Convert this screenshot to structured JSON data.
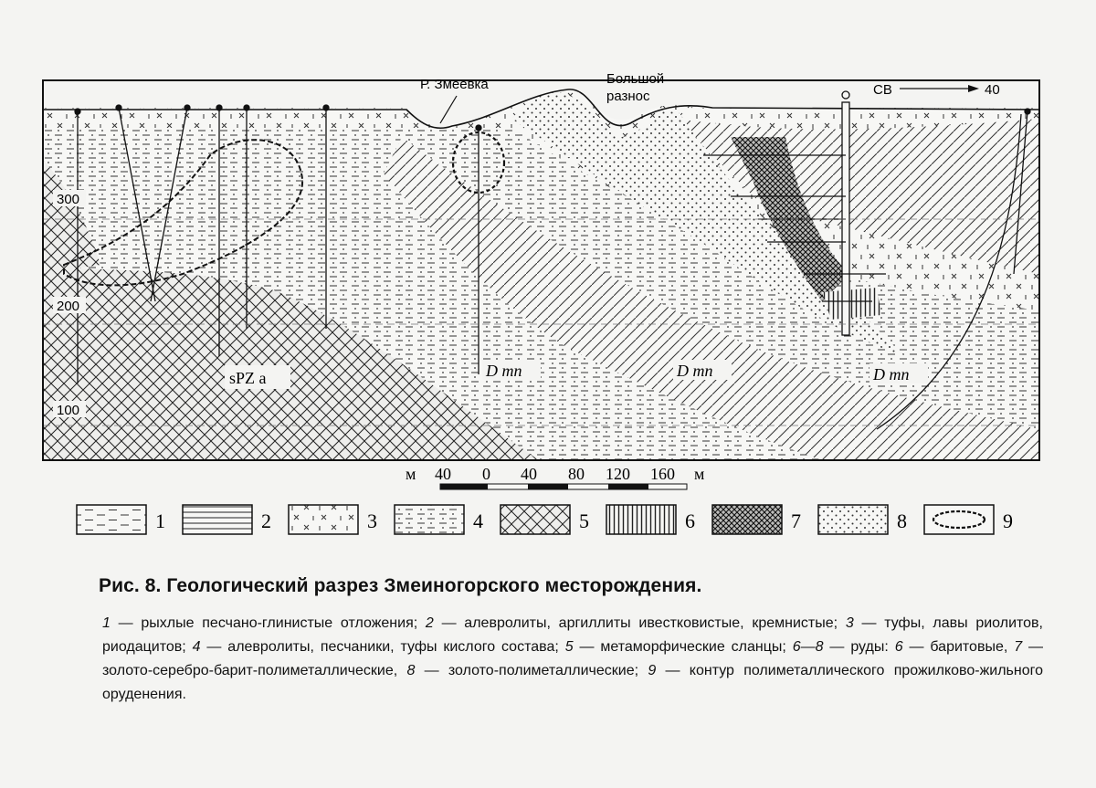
{
  "diagram": {
    "labels": {
      "river": "Р. Змеевка",
      "pit_line1": "Большой",
      "pit_line2": "разнос",
      "direction_start": "СВ",
      "direction_end": "40",
      "elev_300": "300",
      "elev_200": "200",
      "elev_100": "100",
      "unit_spz": "sPZ a",
      "unit_d1": "D mn",
      "unit_d2": "D mn",
      "unit_d3": "D mn"
    },
    "scale": {
      "unit_left": "м",
      "unit_right": "м",
      "ticks": [
        "40",
        "0",
        "40",
        "80",
        "120",
        "160"
      ]
    },
    "legend": [
      {
        "num": "1",
        "pattern": "p-dash"
      },
      {
        "num": "2",
        "pattern": "p-hlines"
      },
      {
        "num": "3",
        "pattern": "p-tuff"
      },
      {
        "num": "4",
        "pattern": "p-dashdot"
      },
      {
        "num": "5",
        "pattern": "p-cross"
      },
      {
        "num": "6",
        "pattern": "p-vlines"
      },
      {
        "num": "7",
        "pattern": "p-densecross"
      },
      {
        "num": "8",
        "pattern": "p-dots"
      },
      {
        "num": "9",
        "pattern": "contour"
      }
    ]
  },
  "caption": {
    "title": "Рис. 8. Геологический разрез Змеиногорского месторождения.",
    "items": [
      {
        "num": "1",
        "text": " — рыхлые песчано-глинистые отложения; "
      },
      {
        "num": "2",
        "text": " — алевролиты, аргиллиты ивестковистые, кремнистые; "
      },
      {
        "num": "3",
        "text": " — туфы, лавы риолитов, риодацитов; "
      },
      {
        "num": "4",
        "text": " — алевролиты, песчаники, туфы кислого состава; "
      },
      {
        "num": "5",
        "text": " — метаморфические сланцы; "
      },
      {
        "num": "6—8",
        "text": " — руды: "
      },
      {
        "num": "6",
        "text": " — баритовые, "
      },
      {
        "num": "7",
        "text": " — золото-серебро-барит-полиметаллические, "
      },
      {
        "num": "8",
        "text": " — золото-полиметаллические; "
      },
      {
        "num": "9",
        "text": " — контур полиметаллического прожилково-жильного оруденения."
      }
    ]
  }
}
